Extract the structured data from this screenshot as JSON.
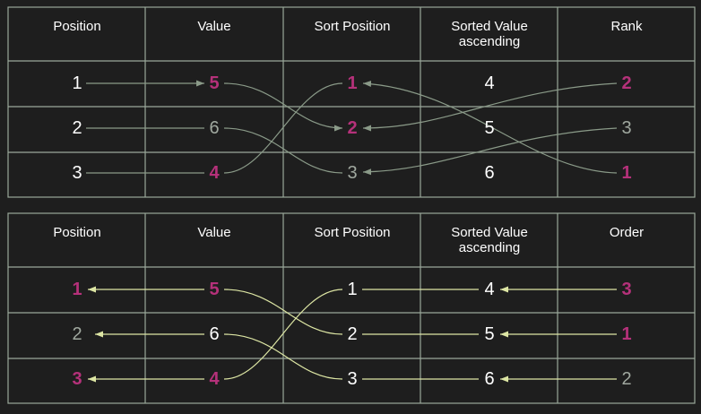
{
  "tables": [
    {
      "headers": [
        "Position",
        "Value",
        "Sort Position",
        "Sorted Value\nascending",
        "Rank"
      ],
      "rows": [
        [
          {
            "t": "1",
            "c": "w"
          },
          {
            "t": "5",
            "c": "m"
          },
          {
            "t": "1",
            "c": "m"
          },
          {
            "t": "4",
            "c": "w"
          },
          {
            "t": "2",
            "c": "m"
          }
        ],
        [
          {
            "t": "2",
            "c": "w"
          },
          {
            "t": "6",
            "c": "g"
          },
          {
            "t": "2",
            "c": "m"
          },
          {
            "t": "5",
            "c": "w"
          },
          {
            "t": "3",
            "c": "g"
          }
        ],
        [
          {
            "t": "3",
            "c": "w"
          },
          {
            "t": "4",
            "c": "m"
          },
          {
            "t": "3",
            "c": "g"
          },
          {
            "t": "6",
            "c": "w"
          },
          {
            "t": "1",
            "c": "m"
          }
        ]
      ]
    },
    {
      "headers": [
        "Position",
        "Value",
        "Sort Position",
        "Sorted Value\nascending",
        "Order"
      ],
      "rows": [
        [
          {
            "t": "1",
            "c": "m"
          },
          {
            "t": "5",
            "c": "m"
          },
          {
            "t": "1",
            "c": "w"
          },
          {
            "t": "4",
            "c": "w"
          },
          {
            "t": "3",
            "c": "m"
          }
        ],
        [
          {
            "t": "2",
            "c": "g"
          },
          {
            "t": "6",
            "c": "w"
          },
          {
            "t": "2",
            "c": "w"
          },
          {
            "t": "5",
            "c": "w"
          },
          {
            "t": "1",
            "c": "m"
          }
        ],
        [
          {
            "t": "3",
            "c": "m"
          },
          {
            "t": "4",
            "c": "m"
          },
          {
            "t": "3",
            "c": "w"
          },
          {
            "t": "6",
            "c": "w"
          },
          {
            "t": "2",
            "c": "g"
          }
        ]
      ]
    }
  ],
  "colors": {
    "background": "#1e1e1e",
    "grid": "#9aa89a",
    "highlight": "#b5317a",
    "muted": "#a0a89f",
    "arrow_top": "#8a9a88",
    "arrow_bottom": "#dde6a4"
  }
}
